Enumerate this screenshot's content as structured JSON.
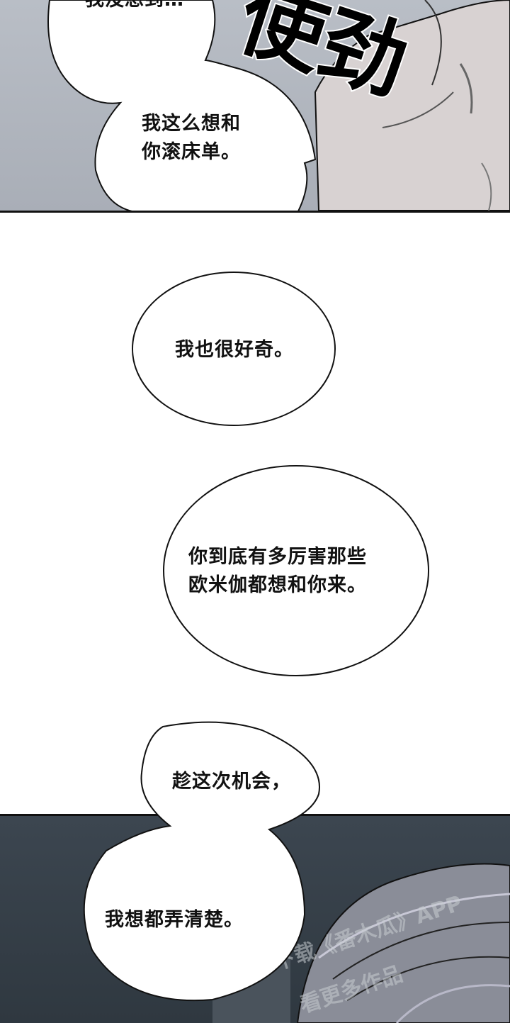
{
  "panels": {
    "top": {
      "bubble_cut_text": "我没想到…",
      "sfx": "使劲",
      "bubble_text": "我这么想和\n你滚床单。"
    },
    "middle": {
      "bubble1_text": "我也很好奇。",
      "bubble2_text": "你到底有多厉害那些\n欧米伽都想和你来。"
    },
    "bottom": {
      "bubble1_text": "趁这次机会，",
      "bubble2_text": "我想都弄清楚。",
      "watermark_line1": "下载《番木瓜》APP",
      "watermark_line2": "看更多作品"
    }
  },
  "colors": {
    "top_bg": "#b0b5bd",
    "bottom_bg": "#36404a",
    "ink": "#111111"
  }
}
